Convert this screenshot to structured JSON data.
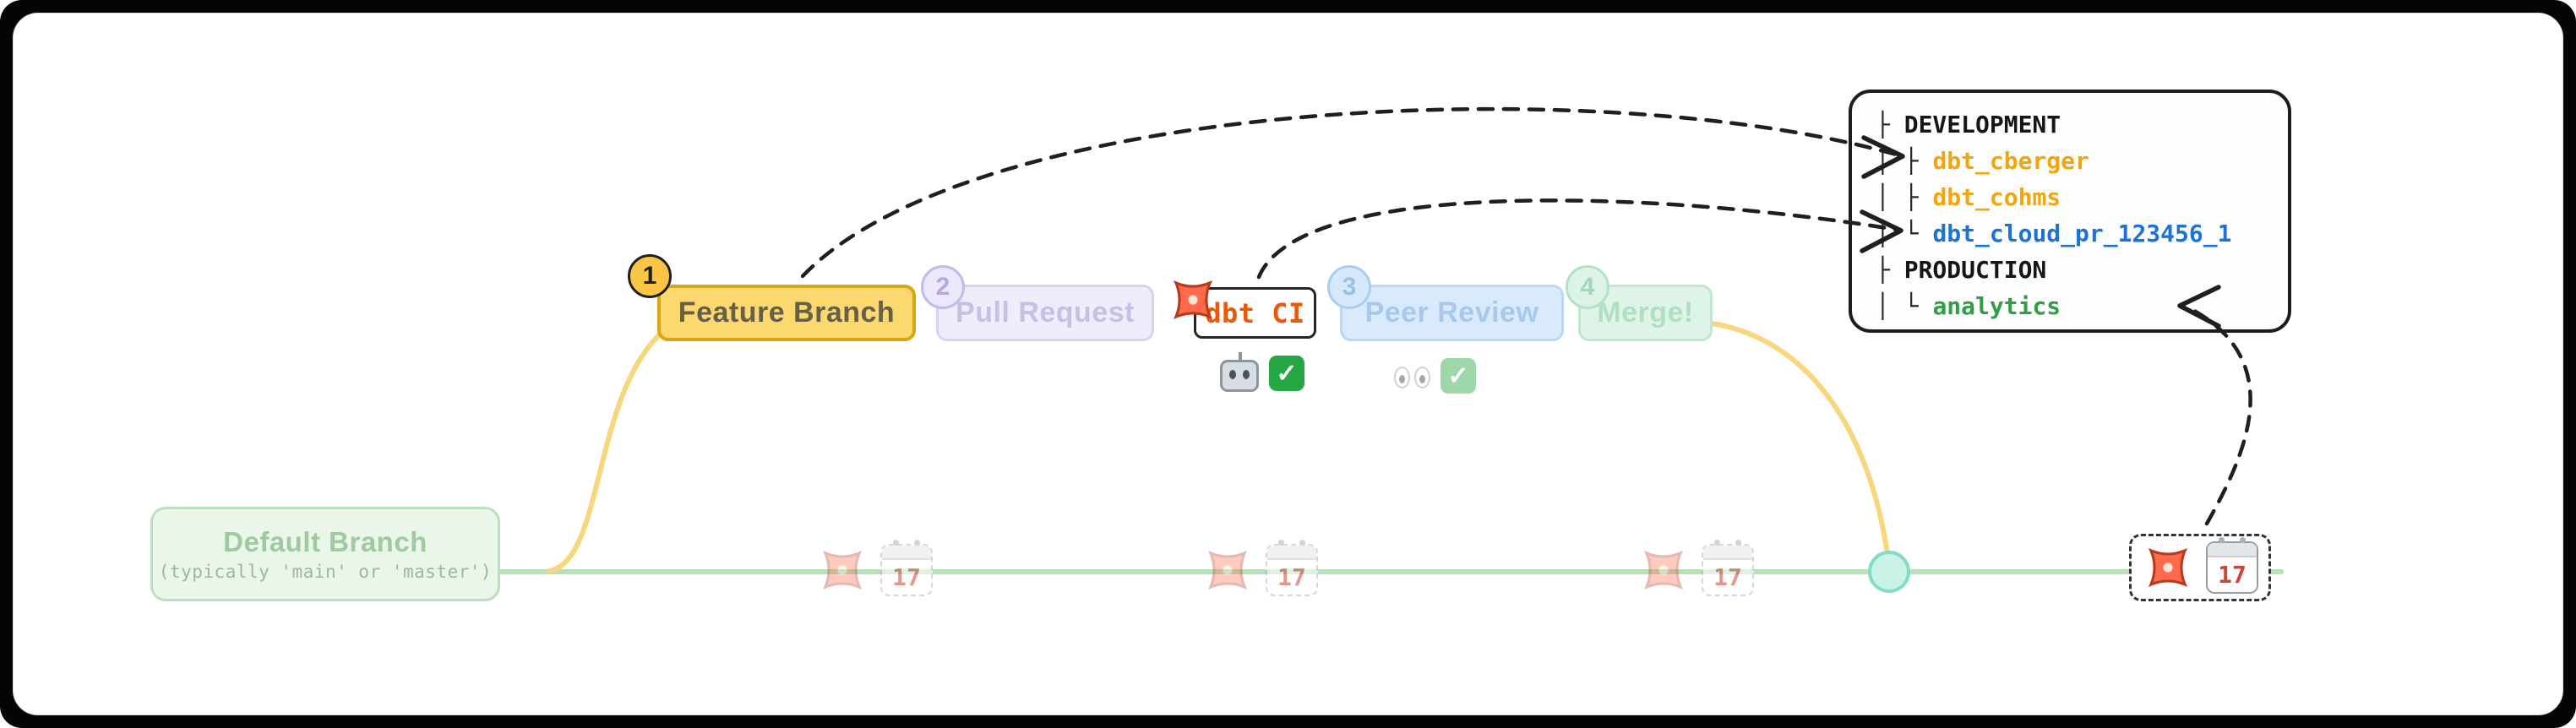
{
  "diagram": {
    "default_branch": {
      "title": "Default Branch",
      "subtitle": "(typically 'main' or 'master')"
    },
    "steps": [
      {
        "num": "1",
        "label": "Feature Branch"
      },
      {
        "num": "2",
        "label": "Pull Request"
      },
      {
        "num": "3",
        "label": "Peer Review"
      },
      {
        "num": "4",
        "label": "Merge!"
      }
    ],
    "ci": {
      "label": "dbt CI"
    },
    "calendar_date": "17",
    "check_glyph": "✓",
    "env_panel": {
      "rows": [
        {
          "prefix": "├ ",
          "label": "DEVELOPMENT",
          "color": "#161616"
        },
        {
          "prefix": "│ ├ ",
          "label": "dbt_cberger",
          "color": "#f2a60d"
        },
        {
          "prefix": "│ ├ ",
          "label": "dbt_cohms",
          "color": "#f2a60d"
        },
        {
          "prefix": "│ └ ",
          "label": "dbt_cloud_pr_123456_1",
          "color": "#1b74d4"
        },
        {
          "prefix": "├ ",
          "label": "PRODUCTION",
          "color": "#161616"
        },
        {
          "prefix": "│ └ ",
          "label": "analytics",
          "color": "#2f9e44"
        }
      ]
    },
    "colors": {
      "main_branch_line": "#b9e0ba",
      "feature_branch_line": "#f7d67c",
      "dbt_orange": "#ff6b4a",
      "ci_text": "#e8590c",
      "arrow": "#1f1f1f"
    }
  }
}
